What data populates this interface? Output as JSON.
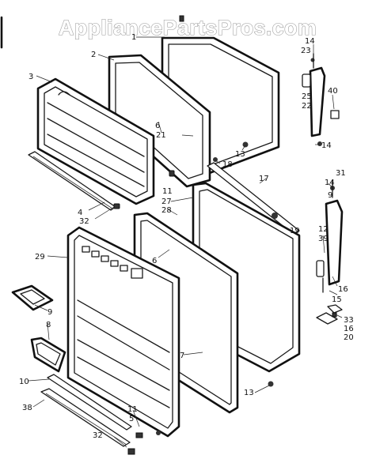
{
  "watermark": "AppliancePartsPros.com",
  "callouts": [
    {
      "id": "c1",
      "text": "1"
    },
    {
      "id": "c2",
      "text": "2"
    },
    {
      "id": "c3",
      "text": "3"
    },
    {
      "id": "c14a",
      "text": "14"
    },
    {
      "id": "c23",
      "text": "23"
    },
    {
      "id": "c25",
      "text": "25"
    },
    {
      "id": "c22",
      "text": "22"
    },
    {
      "id": "c40",
      "text": "40"
    },
    {
      "id": "c14b",
      "text": "14"
    },
    {
      "id": "c6a",
      "text": "6"
    },
    {
      "id": "c21",
      "text": "21"
    },
    {
      "id": "c13a",
      "text": "13"
    },
    {
      "id": "c18",
      "text": "18"
    },
    {
      "id": "c11a",
      "text": "11"
    },
    {
      "id": "c27",
      "text": "27"
    },
    {
      "id": "c28",
      "text": "28"
    },
    {
      "id": "c17",
      "text": "17"
    },
    {
      "id": "c31",
      "text": "31"
    },
    {
      "id": "c14c",
      "text": "14"
    },
    {
      "id": "c9a",
      "text": "9"
    },
    {
      "id": "c4",
      "text": "4"
    },
    {
      "id": "c32a",
      "text": "32"
    },
    {
      "id": "c19",
      "text": "19"
    },
    {
      "id": "c12",
      "text": "12"
    },
    {
      "id": "c39",
      "text": "39"
    },
    {
      "id": "c29",
      "text": "29"
    },
    {
      "id": "c6b",
      "text": "6"
    },
    {
      "id": "c16a",
      "text": "16"
    },
    {
      "id": "c15",
      "text": "15"
    },
    {
      "id": "c9b",
      "text": "9"
    },
    {
      "id": "c8",
      "text": "8"
    },
    {
      "id": "c33",
      "text": "33"
    },
    {
      "id": "c16b",
      "text": "16"
    },
    {
      "id": "c20",
      "text": "20"
    },
    {
      "id": "c7",
      "text": "7"
    },
    {
      "id": "c10",
      "text": "10"
    },
    {
      "id": "c13b",
      "text": "13"
    },
    {
      "id": "c38",
      "text": "38"
    },
    {
      "id": "c11b",
      "text": "11"
    },
    {
      "id": "c5",
      "text": "5"
    },
    {
      "id": "c32b",
      "text": "32"
    }
  ]
}
